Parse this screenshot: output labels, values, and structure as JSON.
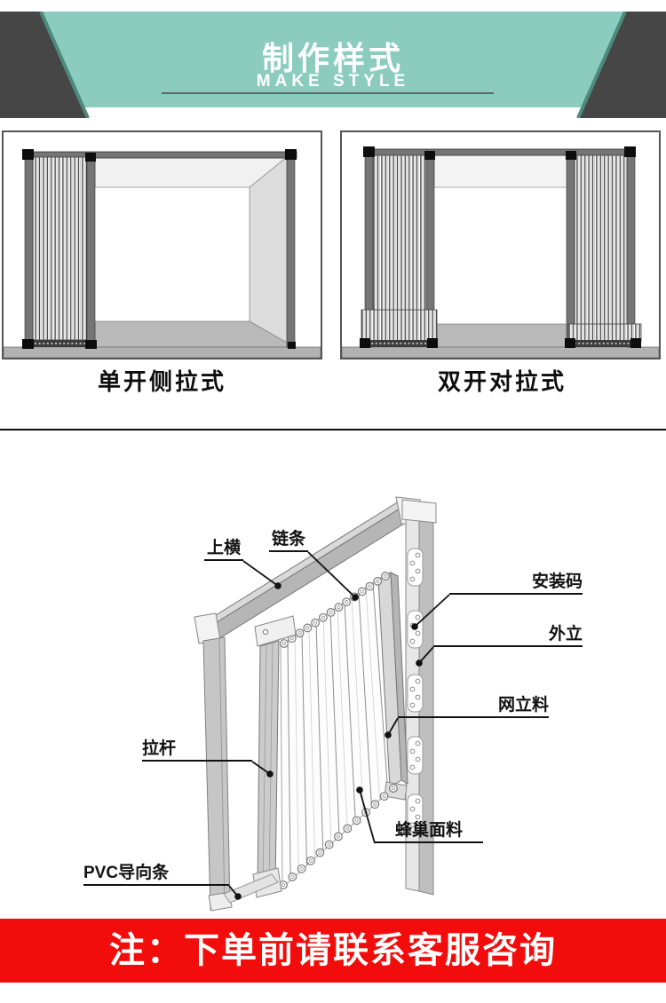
{
  "header": {
    "title": "制作样式",
    "subtitle": "MAKE STYLE"
  },
  "make_styles": {
    "style_left_label": "单开侧拉式",
    "style_right_label": "双开对拉式"
  },
  "parts": {
    "top_rail": "上横",
    "chain": "链条",
    "mounting_code": "安装码",
    "outer_post": "外立",
    "mesh_post": "网立料",
    "pull_rod": "拉杆",
    "honeycomb_fabric": "蜂巢面料",
    "pvc_guide": "PVC导向条"
  },
  "notice": {
    "text": "注：下单前请联系客服咨询"
  },
  "colors": {
    "banner_teal": "#8bccbf",
    "corner_dark": "#464646",
    "diagram_gray": "#757575",
    "floor_gray": "#b2b2b2",
    "notice_red": "#f20c0c"
  }
}
